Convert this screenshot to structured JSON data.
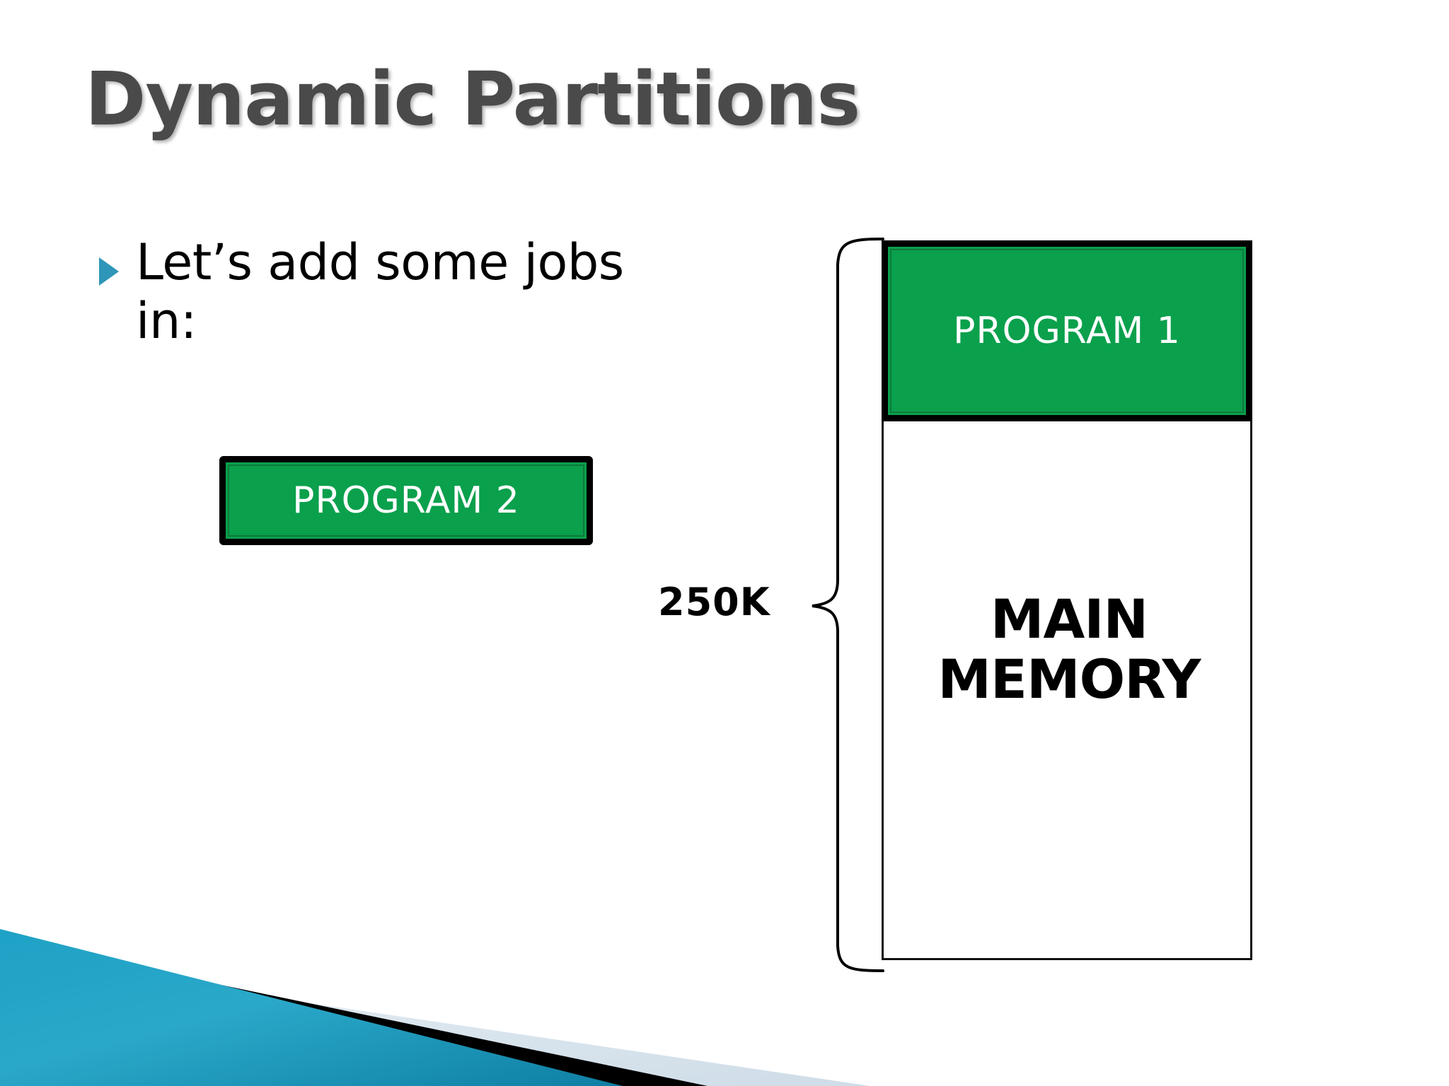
{
  "slide": {
    "title": "Dynamic Partitions",
    "background_color": "#ffffff",
    "title_color": "#4a4a4a"
  },
  "bullets": [
    {
      "text": "Let’s add some jobs in:",
      "marker": "triangle-bullet",
      "marker_color": "#2e96b8"
    }
  ],
  "diagram": {
    "free_program": {
      "label": "PROGRAM 2",
      "fill_color": "#0aa04c",
      "border_color": "#000000",
      "text_color": "#ffffff"
    },
    "memory": {
      "resident_program_label": "PROGRAM 1",
      "memory_label_line1": "MAIN",
      "memory_label_line2": "MEMORY",
      "memory_fill_color": "#ffffff",
      "memory_border_color": "#111111",
      "program_fill_color": "#0aa04c"
    },
    "size_annotation": {
      "label": "250K",
      "brace": "left-curly-brace"
    }
  },
  "decoration": {
    "teal_color": "#1f9cc0",
    "teal_color_dark": "#0d7f9e",
    "black_color": "#000000",
    "pale_color": "#dde7ee"
  }
}
